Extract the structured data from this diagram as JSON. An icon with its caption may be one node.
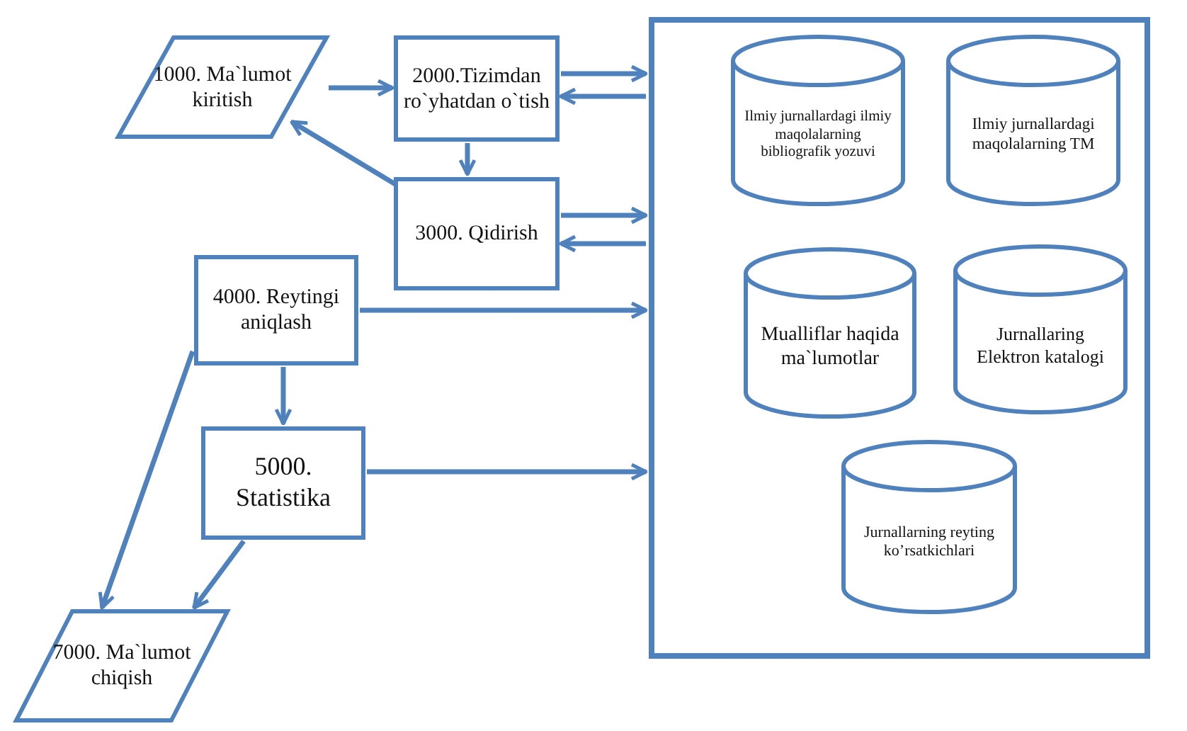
{
  "diagram": {
    "nodes": [
      {
        "text": [
          "1000. Ma`lumot kiritish"
        ]
      },
      {
        "text": [
          "2000.Tizimdan ro`yhatdan o`tish"
        ]
      },
      {
        "text": [
          "3000. Qidirish"
        ]
      },
      {
        "text": [
          "4000. Reytingi aniqlash"
        ]
      },
      {
        "text": [
          "5000. Statistika"
        ]
      },
      {
        "text": [
          "7000. Ma`lumot chiqish"
        ]
      },
      {
        "text": [],
        "shape": "box"
      },
      {
        "text": [
          "Ilmiy jurnallardagi ilmiy maqolalarning bibliografik yozuvi"
        ],
        "in": 6
      },
      {
        "text": [
          "Ilmiy jurnallardagi maqolalarning TM"
        ],
        "in": 6
      },
      {
        "text": [
          "Mualliflar haqida ma`lumotlar"
        ],
        "in": 6
      },
      {
        "text": [
          "Jurnallaring Elektron katalogi"
        ],
        "in": 6
      },
      {
        "text": [
          "Jurnallarning reyting ko’rsatkichlari"
        ],
        "in": 6
      }
    ],
    "edges": [
      {
        "from": 0,
        "to": 1,
        "arrow": "to"
      },
      {
        "from": 1,
        "to": 6,
        "arrow": "to"
      },
      {
        "from": 6,
        "to": 1,
        "arrow": "to"
      },
      {
        "from": 1,
        "to": 2,
        "arrow": "to"
      },
      {
        "from": 2,
        "to": 0,
        "arrow": "to"
      },
      {
        "from": 2,
        "to": 6,
        "arrow": "to"
      },
      {
        "from": 6,
        "to": 2,
        "arrow": "to"
      },
      {
        "from": 3,
        "to": 6,
        "arrow": "to"
      },
      {
        "from": 3,
        "to": 4,
        "arrow": "to"
      },
      {
        "from": 4,
        "to": 6,
        "arrow": "to"
      },
      {
        "from": 3,
        "to": 5,
        "arrow": "to"
      },
      {
        "from": 4,
        "to": 5,
        "arrow": "to"
      }
    ]
  }
}
